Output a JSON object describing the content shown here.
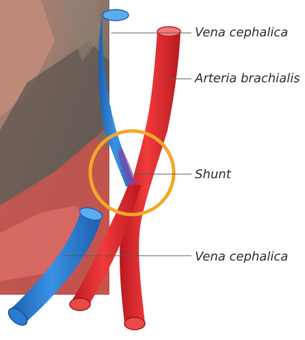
{
  "labels": {
    "vena_top": "Vena cephalica",
    "arteria": "Arteria brachialis",
    "shunt": "Shunt",
    "vena_bottom": "Vena cephalica"
  },
  "colors": {
    "vein": "#2a7bd1",
    "artery": "#e2262b",
    "highlight_ring": "#f4a72a",
    "leader_line": "#5a5a5a"
  }
}
